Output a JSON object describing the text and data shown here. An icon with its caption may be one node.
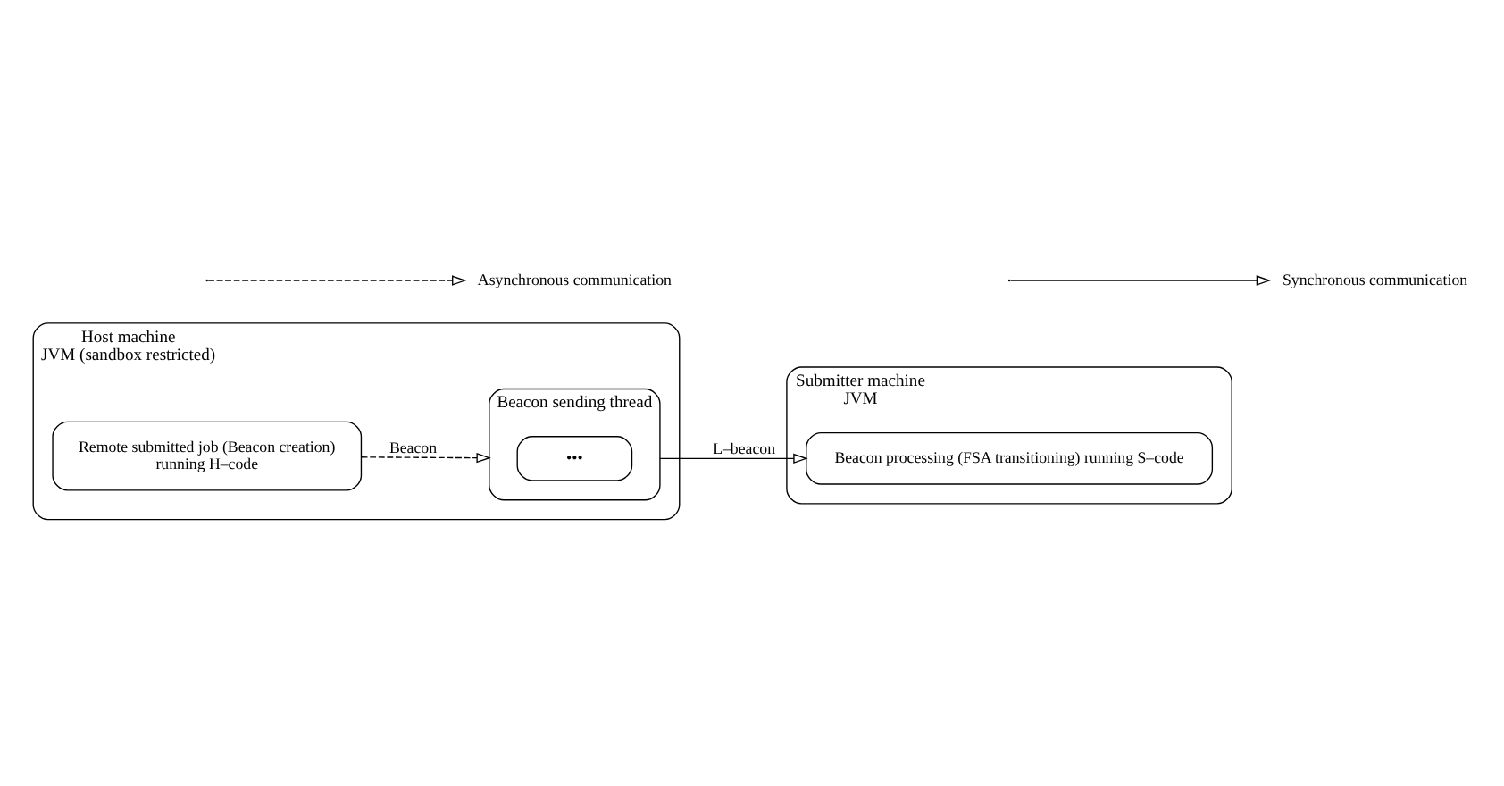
{
  "diagram": {
    "nodes": [
      {
        "text": [
          "Host machine",
          "JVM (sandbox restricted)"
        ]
      },
      {
        "text": [
          "Remote submitted job (Beacon creation)",
          "running H–code"
        ],
        "in": 0
      },
      {
        "text": [
          "Beacon sending thread"
        ],
        "in": 0
      },
      {
        "text": [
          "•••"
        ],
        "in": 2
      },
      {
        "text": [
          "Submitter machine",
          "JVM"
        ]
      },
      {
        "text": [
          "Beacon processing (FSA transitioning) running S–code"
        ],
        "in": 4
      }
    ],
    "edges": [
      {
        "from": 1,
        "to": 2,
        "arrow": "to",
        "label": "Beacon",
        "style": "dashed"
      },
      {
        "from": 2,
        "to": 5,
        "arrow": "to",
        "label": "L–beacon"
      }
    ],
    "legend": [
      {
        "text": "Asynchronous communication"
      },
      {
        "text": "Synchronous communication"
      }
    ]
  }
}
